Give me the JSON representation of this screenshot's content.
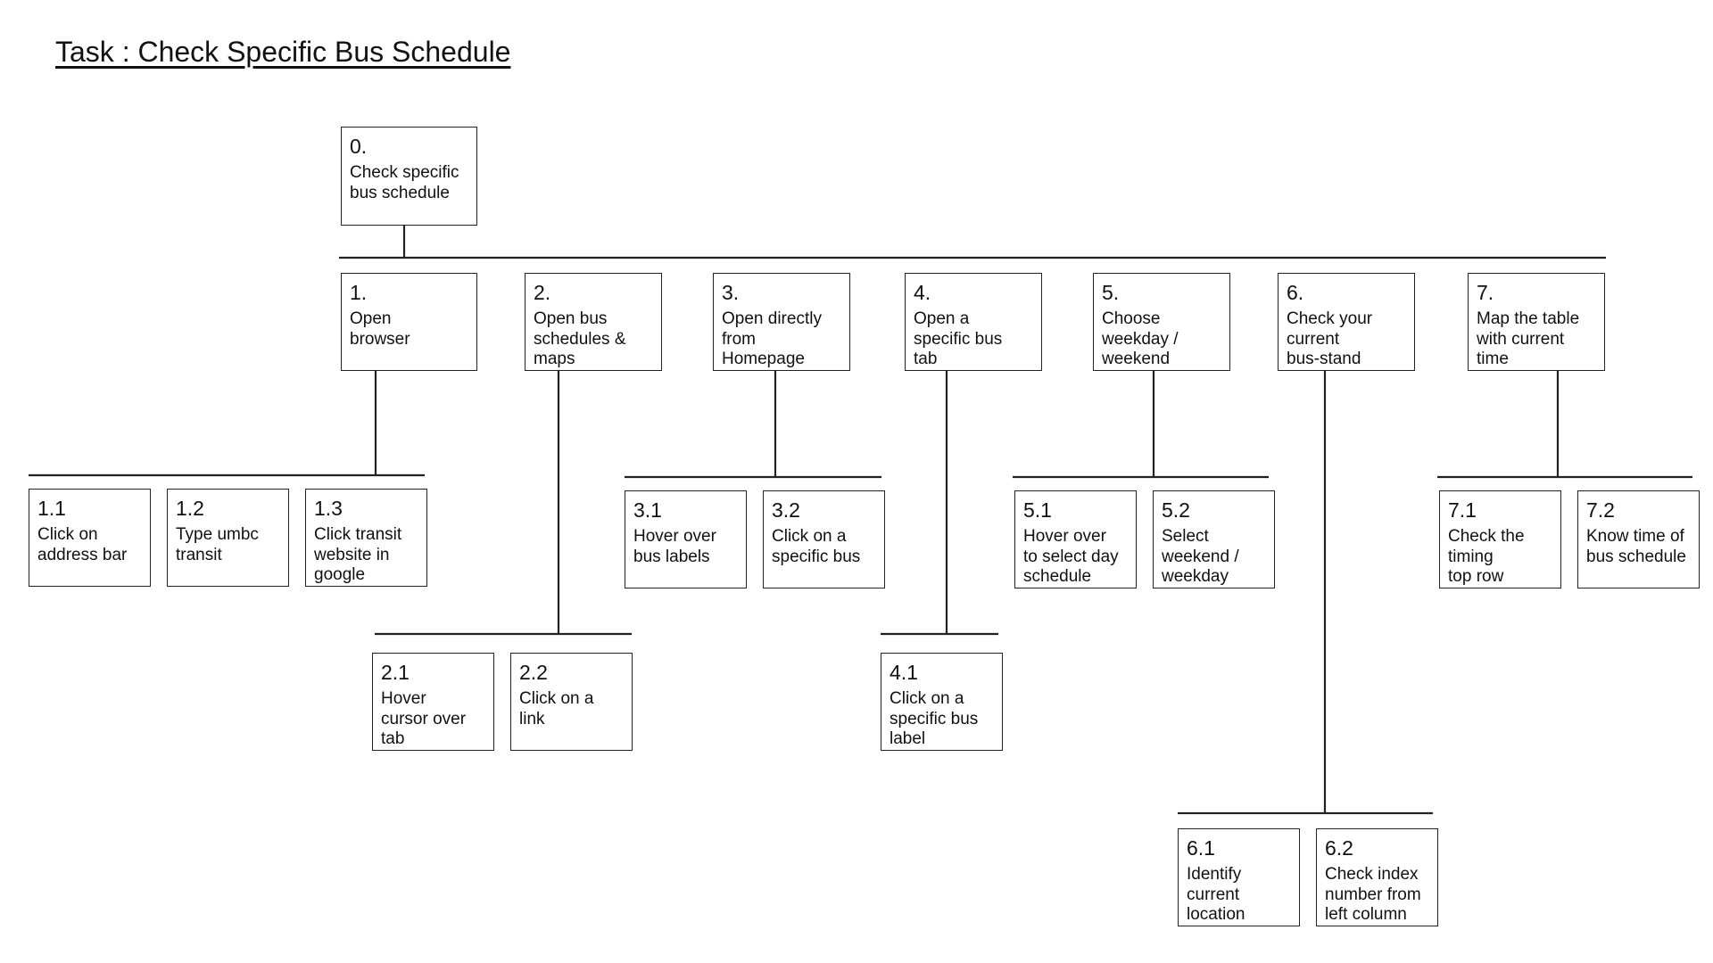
{
  "title": "Task : Check Specific Bus Schedule",
  "nodes": {
    "n0": {
      "num": "0.",
      "label": "Check specific\nbus schedule"
    },
    "n1": {
      "num": "1.",
      "label": "Open\nbrowser"
    },
    "n2": {
      "num": "2.",
      "label": "Open bus\nschedules &\nmaps"
    },
    "n3": {
      "num": "3.",
      "label": "Open directly\nfrom\nHomepage"
    },
    "n4": {
      "num": "4.",
      "label": "Open a\nspecific bus\ntab"
    },
    "n5": {
      "num": "5.",
      "label": "Choose\nweekday /\nweekend"
    },
    "n6": {
      "num": "6.",
      "label": "Check your\ncurrent\nbus-stand"
    },
    "n7": {
      "num": "7.",
      "label": "Map the table\nwith current\ntime"
    },
    "n11": {
      "num": "1.1",
      "label": "Click on\naddress bar"
    },
    "n12": {
      "num": "1.2",
      "label": "Type umbc\ntransit"
    },
    "n13": {
      "num": "1.3",
      "label": "Click transit\nwebsite in\ngoogle"
    },
    "n21": {
      "num": "2.1",
      "label": "Hover\ncursor over\ntab"
    },
    "n22": {
      "num": "2.2",
      "label": "Click on a\nlink"
    },
    "n31": {
      "num": "3.1",
      "label": "Hover over\nbus labels"
    },
    "n32": {
      "num": "3.2",
      "label": "Click on a\nspecific bus"
    },
    "n41": {
      "num": "4.1",
      "label": "Click on a\nspecific bus\nlabel"
    },
    "n51": {
      "num": "5.1",
      "label": "Hover over\nto select day\nschedule"
    },
    "n52": {
      "num": "5.2",
      "label": "Select\nweekend /\nweekday"
    },
    "n61": {
      "num": "6.1",
      "label": "Identify\ncurrent\nlocation"
    },
    "n62": {
      "num": "6.2",
      "label": "Check index\nnumber from\nleft column"
    },
    "n71": {
      "num": "7.1",
      "label": "Check the\ntiming\ntop row"
    },
    "n72": {
      "num": "7.2",
      "label": "Know time of\nbus schedule"
    }
  }
}
